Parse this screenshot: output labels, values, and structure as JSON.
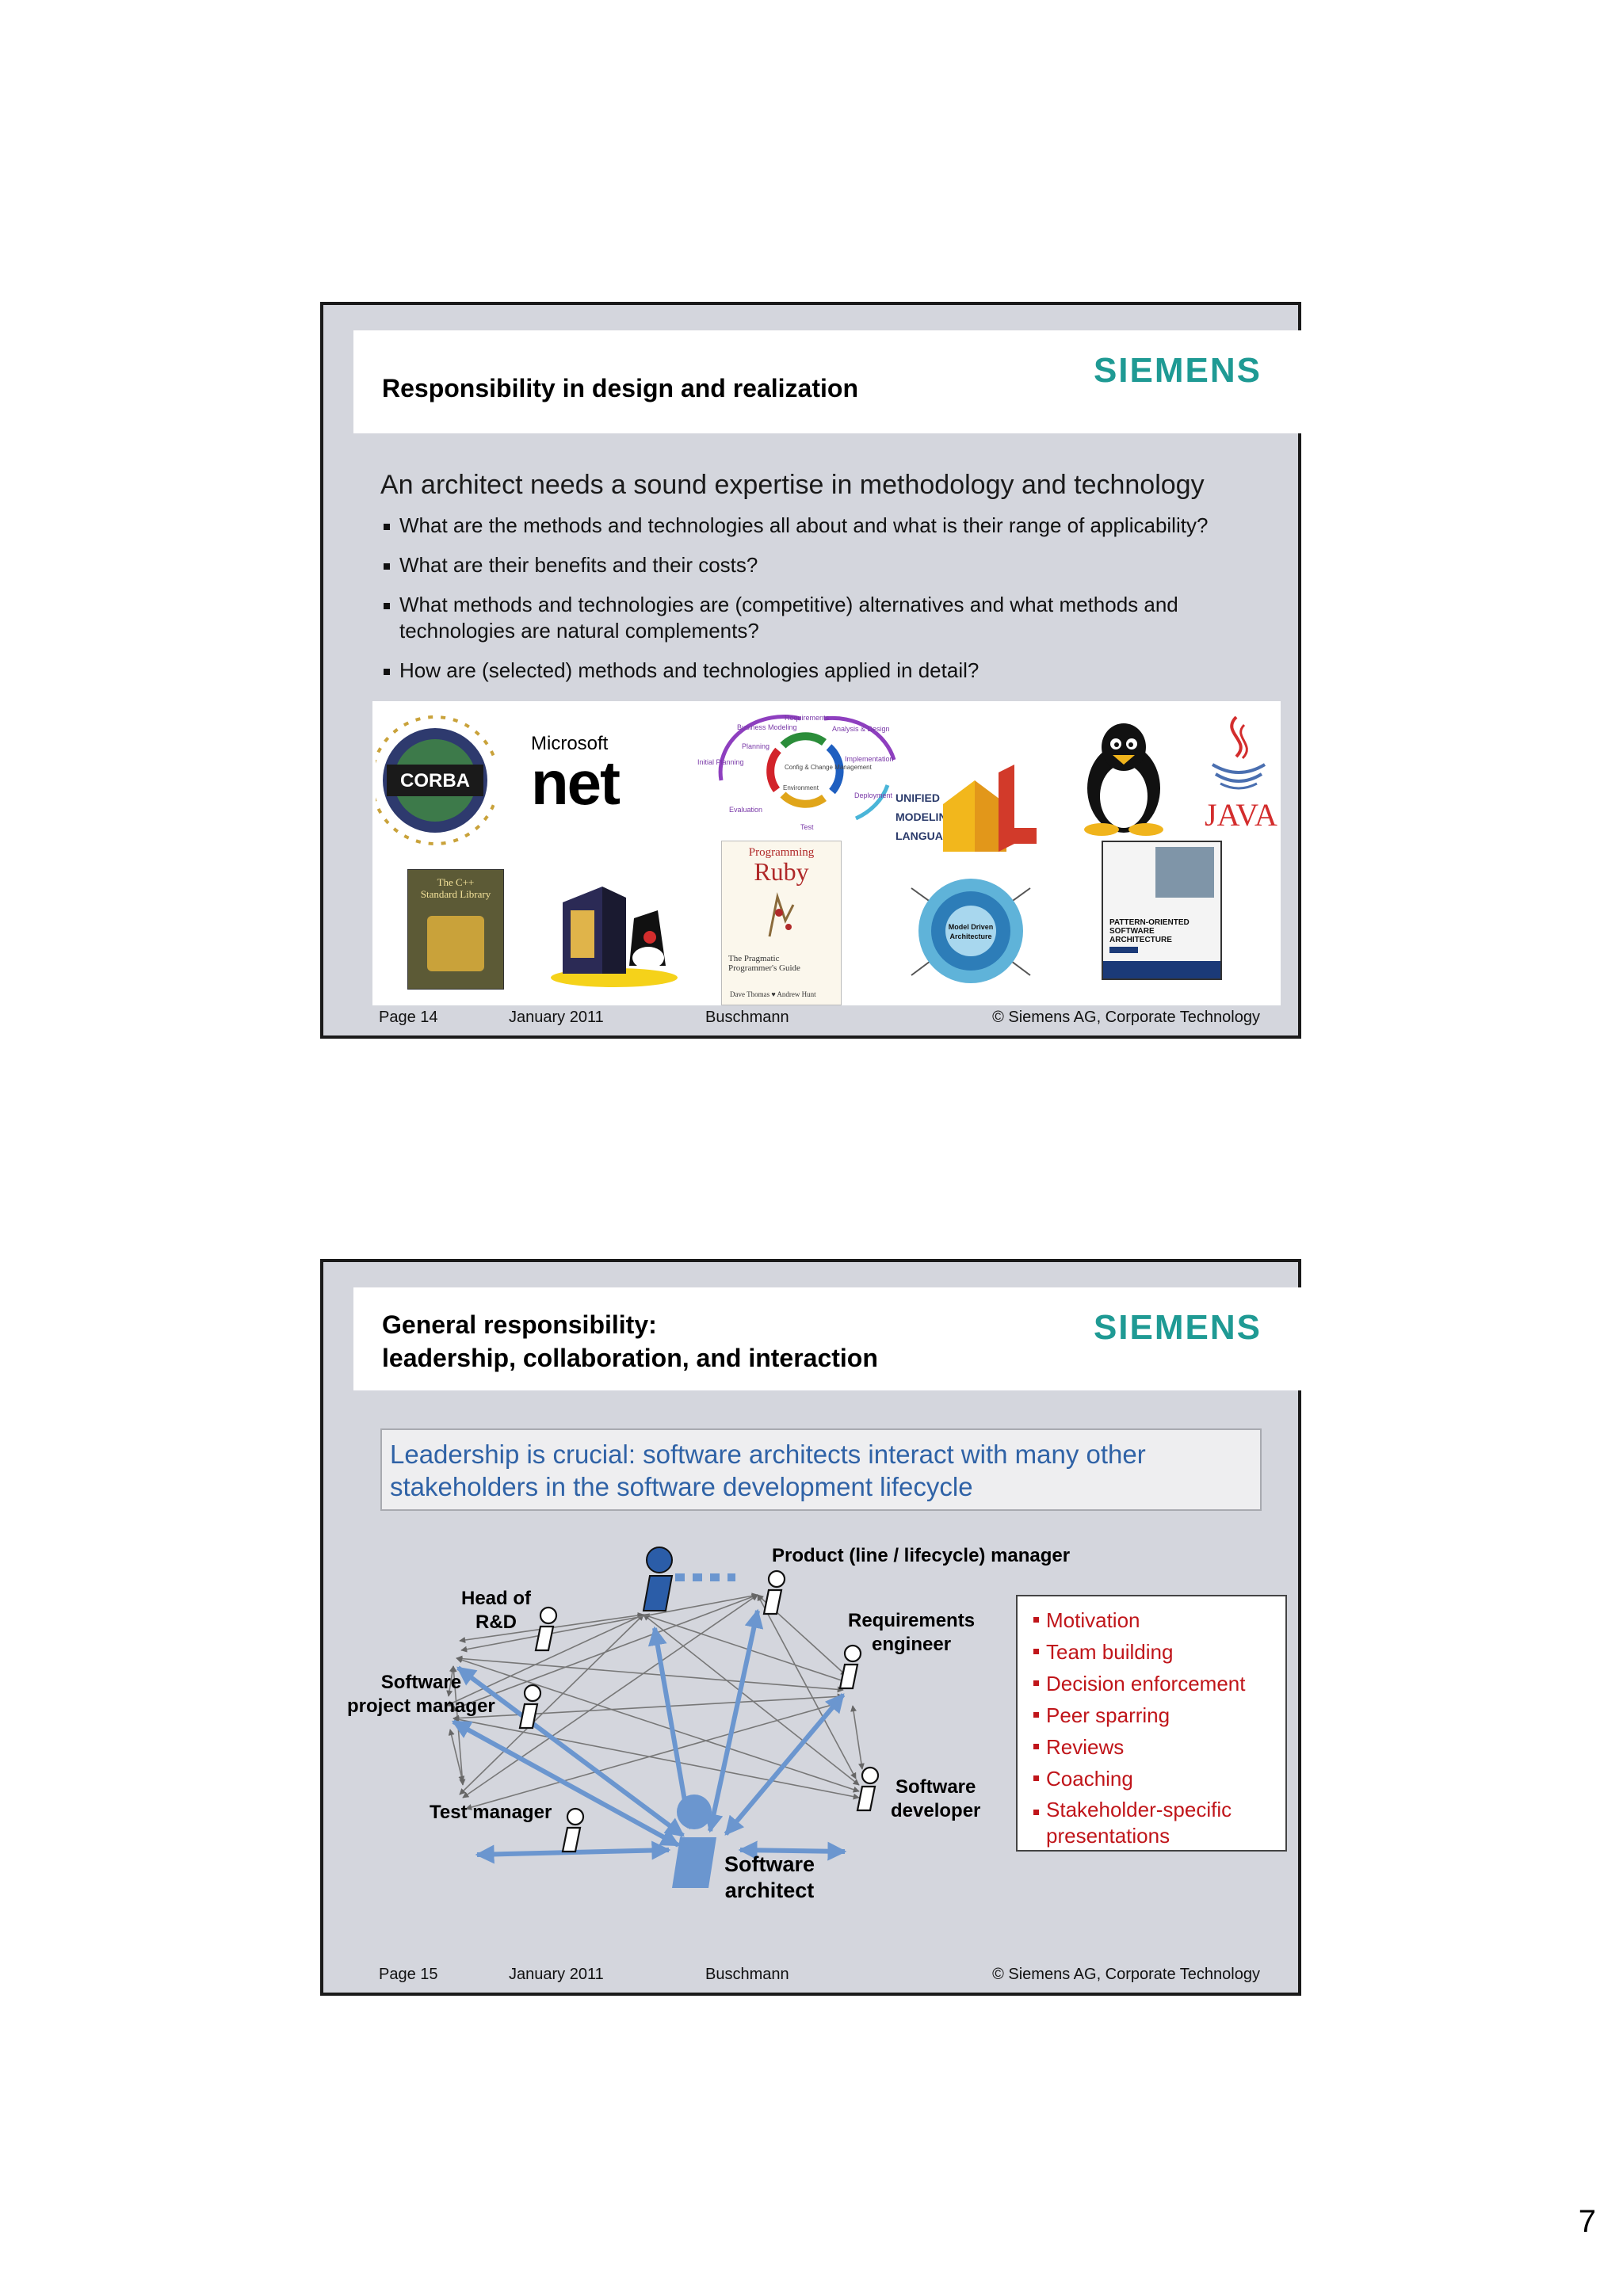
{
  "brand": "SIEMENS",
  "slides": [
    {
      "title": "Responsibility in design and realization",
      "lead": "An architect needs a sound expertise in methodology and technology",
      "bullets": [
        "What are the methods and technologies all about and what is their range of applicability?",
        "What are their benefits and their costs?",
        "What methods and technologies are (competitive) alternatives and what methods and technologies are natural complements?",
        "How are (selected) methods and technologies applied in detail?"
      ],
      "logos": {
        "corba": "CORBA",
        "microsoft": "Microsoft",
        "net": "net",
        "uml_text": [
          "UNIFIED",
          "MODELING",
          "LANGUAGE"
        ],
        "java": "JAVA",
        "cpp_book": [
          "The C++",
          "Standard Library"
        ],
        "ruby_book": [
          "Programming",
          "Ruby",
          "The Pragmatic",
          "Programmer's Guide"
        ],
        "ruby_authors": "Dave Thomas ♥ Andrew Hunt",
        "posa_book": [
          "PATTERN-ORIENTED",
          "SOFTWARE",
          "ARCHITECTURE"
        ],
        "cycle": [
          "Requirements",
          "Business Modeling",
          "Analysis & Design",
          "Planning",
          "Implementation",
          "Initial Planning",
          "Config & Change Management",
          "Environment",
          "Deployment",
          "Evaluation",
          "Test"
        ],
        "mda": [
          "Model Driven",
          "Architecture"
        ]
      },
      "footer": {
        "page": "Page 14",
        "date": "January 2011",
        "author": "Buschmann",
        "copyright": "© Siemens AG, Corporate Technology"
      }
    },
    {
      "title_line1": "General responsibility:",
      "title_line2": "leadership, collaboration, and interaction",
      "callout_line1": "Leadership is crucial: software architects interact with many other",
      "callout_line2": "stakeholders in the software development lifecycle",
      "roles": {
        "product_manager": "Product (line / lifecycle) manager",
        "head_rd_1": "Head of",
        "head_rd_2": "R&D",
        "req_eng_1": "Requirements",
        "req_eng_2": "engineer",
        "spm_1": "Software",
        "spm_2": "project manager",
        "test_manager": "Test manager",
        "sw_dev_1": "Software",
        "sw_dev_2": "developer",
        "architect_1": "Software",
        "architect_2": "architect"
      },
      "activities": [
        "Motivation",
        "Team building",
        "Decision enforcement",
        "Peer sparring",
        "Reviews",
        "Coaching",
        "Stakeholder-specific presentations"
      ],
      "footer": {
        "page": "Page 15",
        "date": "January 2011",
        "author": "Buschmann",
        "copyright": "© Siemens AG, Corporate Technology"
      }
    }
  ],
  "page_number": "7",
  "colors": {
    "siemens_teal": "#1f9a94",
    "slide_bg": "#d4d6dd",
    "callout_text": "#2f62a6",
    "activity_red": "#c0151a",
    "arrow_blue": "#6b96cf"
  }
}
